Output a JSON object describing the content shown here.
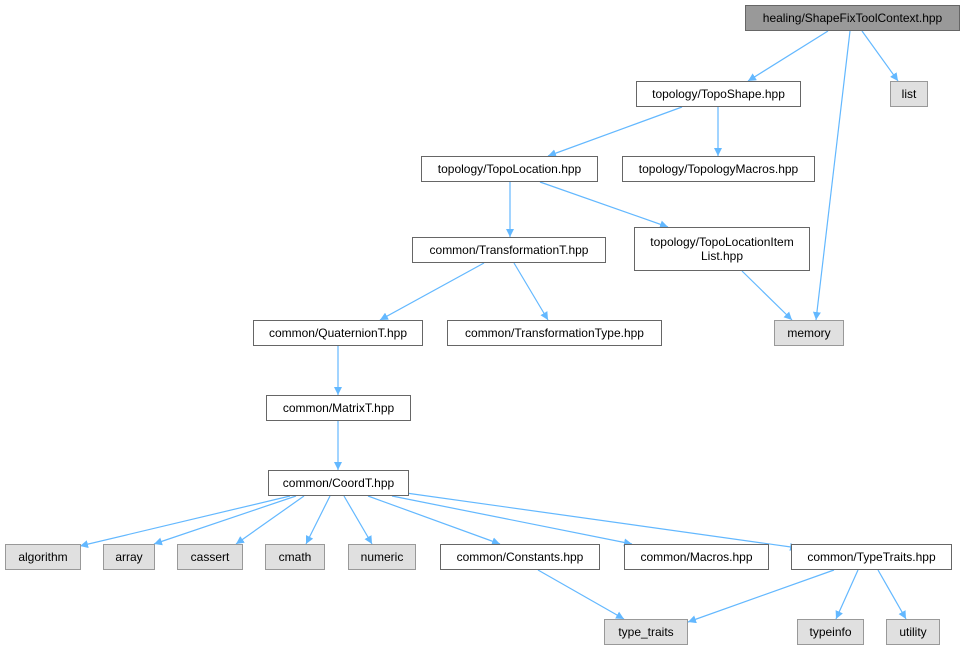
{
  "colors": {
    "edge": "#63b8ff",
    "node_border": "#666666",
    "root_fill": "#999999",
    "external_fill": "#e0e0e0",
    "external_border": "#999999"
  },
  "nodes": [
    {
      "id": "healing_ShapeFixToolContext",
      "lines": [
        "healing/ShapeFixToolContext.hpp"
      ],
      "kind": "root"
    },
    {
      "id": "list",
      "lines": [
        "list"
      ],
      "kind": "external"
    },
    {
      "id": "topology_TopoShape",
      "lines": [
        "topology/TopoShape.hpp"
      ],
      "kind": "internal"
    },
    {
      "id": "topology_TopoLocation",
      "lines": [
        "topology/TopoLocation.hpp"
      ],
      "kind": "internal"
    },
    {
      "id": "topology_TopologyMacros",
      "lines": [
        "topology/TopologyMacros.hpp"
      ],
      "kind": "internal"
    },
    {
      "id": "common_TransformationT",
      "lines": [
        "common/TransformationT.hpp"
      ],
      "kind": "internal"
    },
    {
      "id": "topology_TopoLocationItemList",
      "lines": [
        "topology/TopoLocationItem",
        "List.hpp"
      ],
      "kind": "internal"
    },
    {
      "id": "common_QuaternionT",
      "lines": [
        "common/QuaternionT.hpp"
      ],
      "kind": "internal"
    },
    {
      "id": "common_TransformationType",
      "lines": [
        "common/TransformationType.hpp"
      ],
      "kind": "internal"
    },
    {
      "id": "memory",
      "lines": [
        "memory"
      ],
      "kind": "external"
    },
    {
      "id": "common_MatrixT",
      "lines": [
        "common/MatrixT.hpp"
      ],
      "kind": "internal"
    },
    {
      "id": "common_CoordT",
      "lines": [
        "common/CoordT.hpp"
      ],
      "kind": "internal"
    },
    {
      "id": "algorithm",
      "lines": [
        "algorithm"
      ],
      "kind": "external"
    },
    {
      "id": "array",
      "lines": [
        "array"
      ],
      "kind": "external"
    },
    {
      "id": "cassert",
      "lines": [
        "cassert"
      ],
      "kind": "external"
    },
    {
      "id": "cmath",
      "lines": [
        "cmath"
      ],
      "kind": "external"
    },
    {
      "id": "numeric",
      "lines": [
        "numeric"
      ],
      "kind": "external"
    },
    {
      "id": "common_Constants",
      "lines": [
        "common/Constants.hpp"
      ],
      "kind": "internal"
    },
    {
      "id": "common_Macros",
      "lines": [
        "common/Macros.hpp"
      ],
      "kind": "internal"
    },
    {
      "id": "common_TypeTraits",
      "lines": [
        "common/TypeTraits.hpp"
      ],
      "kind": "internal"
    },
    {
      "id": "type_traits",
      "lines": [
        "type_traits"
      ],
      "kind": "external"
    },
    {
      "id": "typeinfo",
      "lines": [
        "typeinfo"
      ],
      "kind": "external"
    },
    {
      "id": "utility",
      "lines": [
        "utility"
      ],
      "kind": "external"
    }
  ],
  "edges": [
    {
      "from": "healing_ShapeFixToolContext",
      "to": "topology_TopoShape"
    },
    {
      "from": "healing_ShapeFixToolContext",
      "to": "list"
    },
    {
      "from": "healing_ShapeFixToolContext",
      "to": "memory"
    },
    {
      "from": "topology_TopoShape",
      "to": "topology_TopoLocation"
    },
    {
      "from": "topology_TopoShape",
      "to": "topology_TopologyMacros"
    },
    {
      "from": "topology_TopoLocation",
      "to": "common_TransformationT"
    },
    {
      "from": "topology_TopoLocation",
      "to": "topology_TopoLocationItemList"
    },
    {
      "from": "topology_TopoLocationItemList",
      "to": "memory"
    },
    {
      "from": "common_TransformationT",
      "to": "common_QuaternionT"
    },
    {
      "from": "common_TransformationT",
      "to": "common_TransformationType"
    },
    {
      "from": "common_QuaternionT",
      "to": "common_MatrixT"
    },
    {
      "from": "common_MatrixT",
      "to": "common_CoordT"
    },
    {
      "from": "common_CoordT",
      "to": "algorithm"
    },
    {
      "from": "common_CoordT",
      "to": "array"
    },
    {
      "from": "common_CoordT",
      "to": "cassert"
    },
    {
      "from": "common_CoordT",
      "to": "cmath"
    },
    {
      "from": "common_CoordT",
      "to": "numeric"
    },
    {
      "from": "common_CoordT",
      "to": "common_Constants"
    },
    {
      "from": "common_CoordT",
      "to": "common_Macros"
    },
    {
      "from": "common_CoordT",
      "to": "common_TypeTraits"
    },
    {
      "from": "common_Constants",
      "to": "type_traits"
    },
    {
      "from": "common_TypeTraits",
      "to": "type_traits"
    },
    {
      "from": "common_TypeTraits",
      "to": "typeinfo"
    },
    {
      "from": "common_TypeTraits",
      "to": "utility"
    }
  ]
}
